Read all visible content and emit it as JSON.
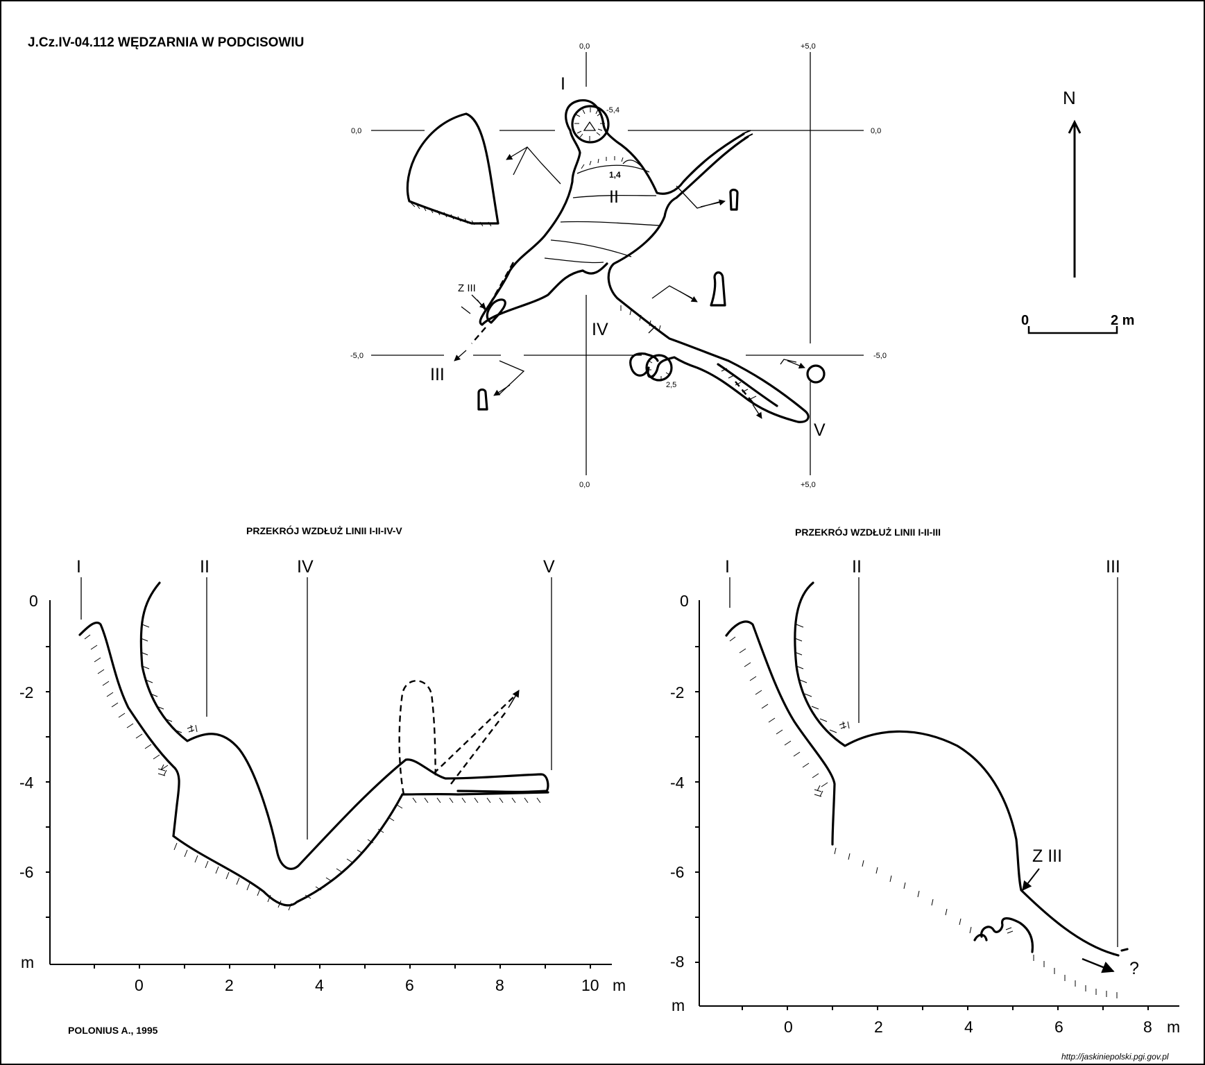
{
  "title": "J.Cz.IV-04.112  WĘDZARNIA W PODCISOWIU",
  "author": "POLONIUS A.,  1995",
  "source_url": "http://jaskiniepolski.pgi.gov.pl",
  "north_label": "N",
  "scale": {
    "start": "0",
    "end": "2 m"
  },
  "plan": {
    "grid_labels": {
      "top_left": "0,0",
      "top_right": "+5,0",
      "bottom_left": "0,0",
      "bottom_right": "+5,0",
      "left_top": "0,0",
      "left_bottom": "-5,0",
      "right_top": "0,0",
      "right_bottom": "-5,0"
    },
    "points": [
      "I",
      "II",
      "III",
      "IV",
      "V"
    ],
    "depth_labels": {
      "d1": "-5,4",
      "d2": "1,4",
      "d3": "2,5"
    },
    "zone_label": "Z III"
  },
  "section1": {
    "title": "PRZEKRÓJ WZDŁUŻ LINII I-II-IV-V",
    "points": [
      "I",
      "II",
      "IV",
      "V"
    ],
    "y_ticks": [
      "0",
      "-2",
      "-4",
      "-6",
      "m"
    ],
    "x_ticks": [
      "0",
      "2",
      "4",
      "6",
      "8",
      "10",
      "m"
    ]
  },
  "section2": {
    "title": "PRZEKRÓJ WZDŁUŻ LINII  I-II-III",
    "points": [
      "I",
      "II",
      "III"
    ],
    "zone_label": "Z III",
    "question_mark": "?",
    "y_ticks": [
      "0",
      "-2",
      "-4",
      "-6",
      "-8",
      "m"
    ],
    "x_ticks": [
      "0",
      "2",
      "4",
      "6",
      "8",
      "m"
    ]
  }
}
